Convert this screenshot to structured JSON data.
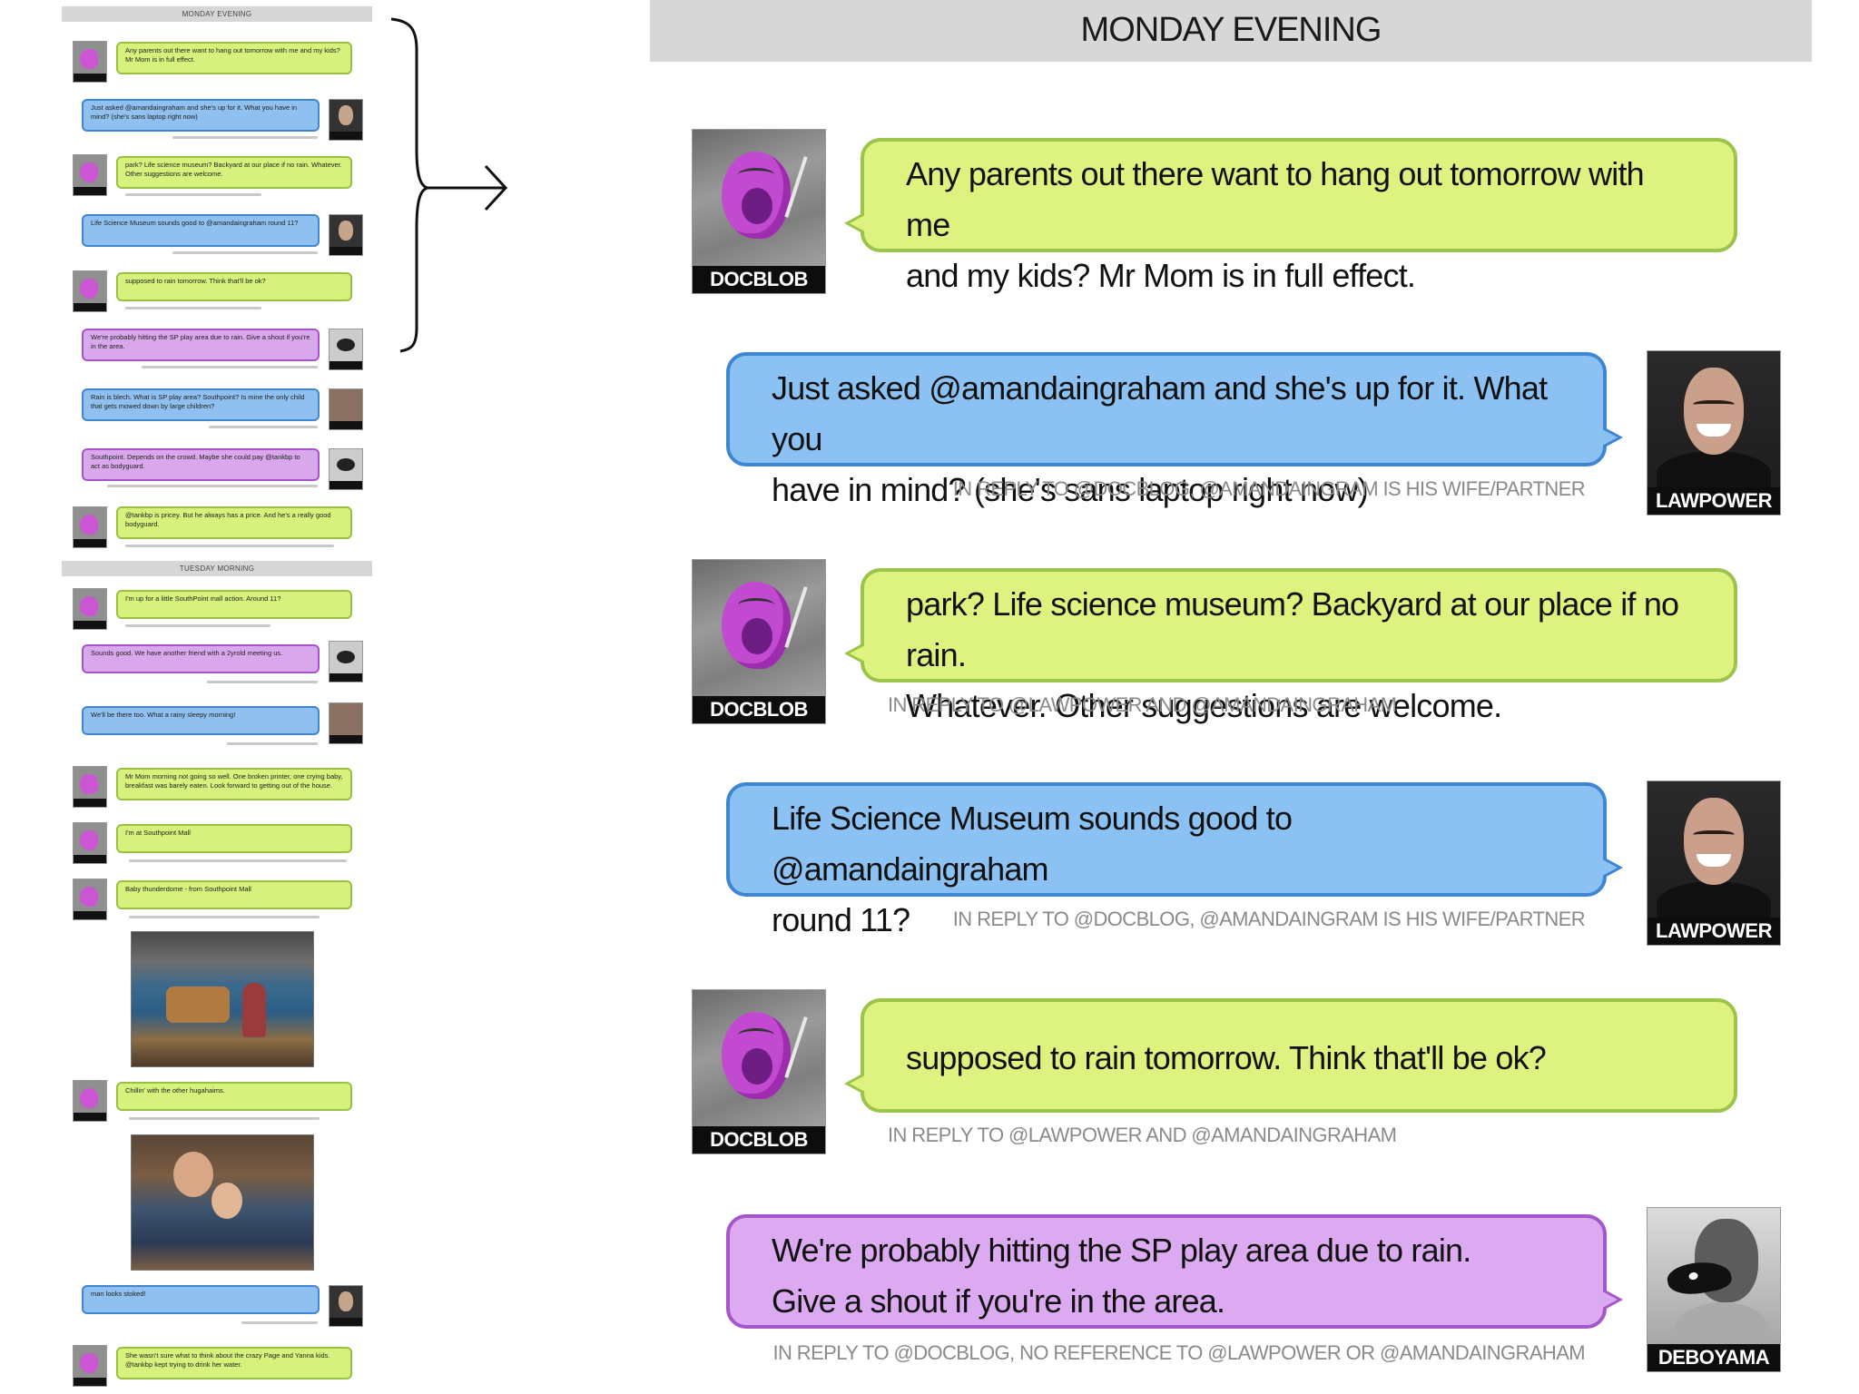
{
  "thumbnail": {
    "monday_header": "MONDAY EVENING",
    "tuesday_header": "TUESDAY MORNING",
    "messages": [
      {
        "text": "Any parents out there want to hang out tomorrow with me and my kids? Mr Mom is in full effect."
      },
      {
        "text": "Just asked @amandaingraham and she's up for it. What you have in mind? (she's sans laptop right now)"
      },
      {
        "text": "park? Life science museum? Backyard at our place if no rain. Whatever. Other suggestions are welcome."
      },
      {
        "text": "Life Science Museum sounds good to @amandaingraham round 11?"
      },
      {
        "text": "supposed to rain tomorrow. Think that'll be ok?"
      },
      {
        "text": "We're probably hitting the SP play area due to rain. Give a shout if you're in the area."
      },
      {
        "text": "Rain is blech. What is SP play area? Southpoint? Is mine the only child that gets mowed down by large children?"
      },
      {
        "text": "Southpoint. Depends on the crowd. Maybe she could pay @tankbp to act as bodyguard."
      },
      {
        "text": "@tankbp is pricey. But he always has a price. And he's a really good bodyguard."
      },
      {
        "text": "I'm up for a little SouthPoint mall action. Around 11?"
      },
      {
        "text": "Sounds good. We have another friend with a 2yrold meeting us."
      },
      {
        "text": "We'll be there too. What a rainy sleepy morning!"
      },
      {
        "text": "Mr Mom morning not going so well. One broken printer, one crying baby, breakfast was barely eaten. Look forward to getting out of the house."
      },
      {
        "text": "I'm at Southpoint Mall"
      },
      {
        "text": "Baby thunderdome - from Southpoint Mall"
      },
      {
        "text": "Chillin' with the other hugahaims."
      },
      {
        "text": "man looks stoked!"
      },
      {
        "text": "She wasn't sure what to think about the crazy Page and Yanna kids. @tankbp kept trying to drink her water."
      }
    ]
  },
  "main": {
    "header": "MONDAY EVENING",
    "posts": [
      {
        "user": "DOCBLOB",
        "line1": "Any parents out there want to hang out tomorrow with me",
        "line2": "and my kids? Mr Mom is in full effect.",
        "reply": ""
      },
      {
        "user": "LAWPOWER",
        "line1": "Just asked @amandaingraham and she's up for it. What you",
        "line2": "have in mind? (she's sans laptop right now)",
        "reply": "IN REPLY TO @DOCBLOG, @AMANDAINGRAM IS HIS WIFE/PARTNER"
      },
      {
        "user": "DOCBLOB",
        "line1": "park? Life science museum? Backyard at our place if no rain.",
        "line2": "Whatever. Other suggestions are welcome.",
        "reply": "IN REPLY TO @LAWPOWER AND @AMANDAINGRAHAM"
      },
      {
        "user": "LAWPOWER",
        "line1": "Life Science Museum sounds good to @amandaingraham",
        "line2": "round 11?",
        "reply": "IN REPLY TO @DOCBLOG, @AMANDAINGRAM IS HIS WIFE/PARTNER"
      },
      {
        "user": "DOCBLOB",
        "line1": "supposed to rain tomorrow. Think that'll be ok?",
        "line2": "",
        "reply": "IN REPLY TO @LAWPOWER AND @AMANDAINGRAHAM"
      },
      {
        "user": "DEBOYAMA",
        "line1": "We're probably hitting the SP play area due to rain.",
        "line2": "Give a shout if you're in the area.",
        "reply": "IN REPLY TO @DOCBLOG, NO REFERENCE TO @LAWPOWER OR @AMANDAINGRAHAM"
      }
    ]
  },
  "colors": {
    "green_bubble": "#ddf27f",
    "blue_bubble": "#8cc2f3",
    "purple_bubble": "#dcaaf0",
    "header_gray": "#d7d7d7"
  }
}
